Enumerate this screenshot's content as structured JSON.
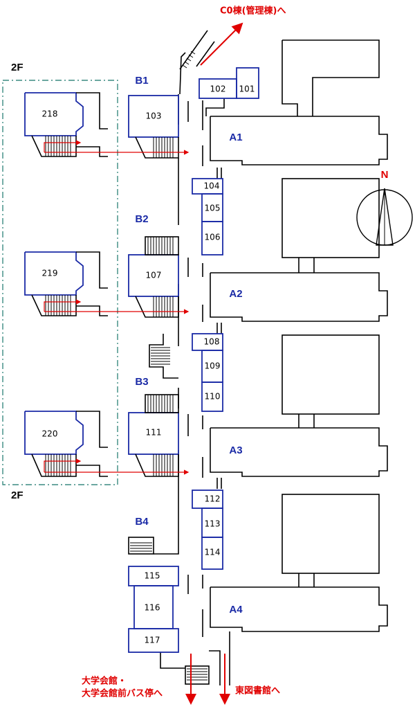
{
  "floor_labels": [
    "2F",
    "2F"
  ],
  "buildings": {
    "B1": "B1",
    "B2": "B2",
    "B3": "B3",
    "B4": "B4",
    "A1": "A1",
    "A2": "A2",
    "A3": "A3",
    "A4": "A4"
  },
  "rooms": {
    "r101": "101",
    "r102": "102",
    "r103": "103",
    "r104": "104",
    "r105": "105",
    "r106": "106",
    "r107": "107",
    "r108": "108",
    "r109": "109",
    "r110": "110",
    "r111": "111",
    "r112": "112",
    "r113": "113",
    "r114": "114",
    "r115": "115",
    "r116": "116",
    "r117": "117",
    "r218": "218",
    "r219": "219",
    "r220": "220"
  },
  "destinations": {
    "c0": "C0棟(管理棟)へ",
    "hall_line1": "大学会館・",
    "hall_line2": "大学会館前バス停へ",
    "library": "東図書館へ"
  },
  "compass": {
    "north": "N"
  },
  "colors": {
    "blue": "#1a2aa6",
    "red": "#e00000",
    "teal": "#3a8a80"
  }
}
